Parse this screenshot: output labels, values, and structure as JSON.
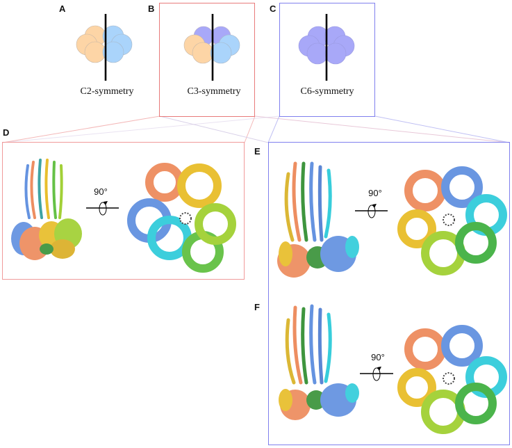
{
  "panels": {
    "A": {
      "letter": "A",
      "caption": "C2-symmetry"
    },
    "B": {
      "letter": "B",
      "caption": "C3-symmetry"
    },
    "C": {
      "letter": "C",
      "caption": "C6-symmetry"
    },
    "D": {
      "letter": "D",
      "rotation": "90°"
    },
    "E": {
      "letter": "E",
      "rotation": "90°"
    },
    "F": {
      "letter": "F",
      "rotation": "90°"
    }
  },
  "colors": {
    "red_frame": "#e87a7a",
    "blue_frame": "#8080ee",
    "peach": "#fdd5a6",
    "light_blue": "#aad4fb",
    "lavender": "#a8a8f8",
    "protein_orange": "#ec8250",
    "protein_yellow": "#e6b818",
    "protein_green": "#55bb33",
    "protein_lime": "#99cc22",
    "protein_blue": "#5588dd",
    "protein_cyan": "#22c8d8",
    "protein_darkgreen": "#2a8a2a"
  }
}
